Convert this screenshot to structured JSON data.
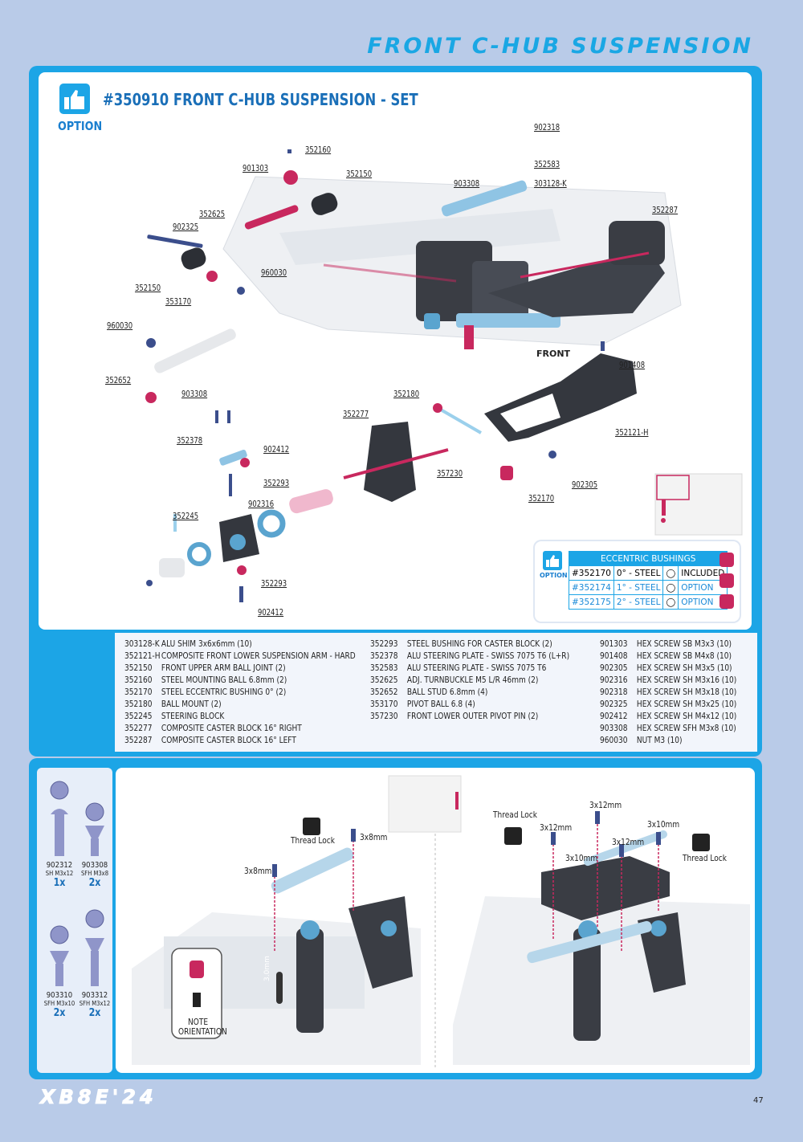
{
  "page": {
    "title": "FRONT C-HUB SUSPENSION",
    "brand": "XB8E'24",
    "page_number": "47"
  },
  "set": {
    "title": "#350910 FRONT C-HUB SUSPENSION - SET",
    "option_label": "OPTION"
  },
  "callouts": [
    {
      "id": "c902318",
      "text": "902318"
    },
    {
      "id": "c352160",
      "text": "352160"
    },
    {
      "id": "c901303",
      "text": "901303"
    },
    {
      "id": "c352150a",
      "text": "352150"
    },
    {
      "id": "c352583",
      "text": "352583"
    },
    {
      "id": "c903308a",
      "text": "903308"
    },
    {
      "id": "c303128k",
      "text": "303128-K"
    },
    {
      "id": "c352287",
      "text": "352287"
    },
    {
      "id": "c352625",
      "text": "352625"
    },
    {
      "id": "c902325",
      "text": "902325"
    },
    {
      "id": "c960030a",
      "text": "960030"
    },
    {
      "id": "c352150b",
      "text": "352150"
    },
    {
      "id": "c353170",
      "text": "353170"
    },
    {
      "id": "c960030b",
      "text": "960030"
    },
    {
      "id": "c901408",
      "text": "901408"
    },
    {
      "id": "c352652",
      "text": "352652"
    },
    {
      "id": "c903308b",
      "text": "903308"
    },
    {
      "id": "c352180",
      "text": "352180"
    },
    {
      "id": "c352277",
      "text": "352277"
    },
    {
      "id": "c352121h",
      "text": "352121-H"
    },
    {
      "id": "c352378",
      "text": "352378"
    },
    {
      "id": "c902412a",
      "text": "902412"
    },
    {
      "id": "c357230",
      "text": "357230"
    },
    {
      "id": "c902305",
      "text": "902305"
    },
    {
      "id": "c352293a",
      "text": "352293"
    },
    {
      "id": "c902316",
      "text": "902316"
    },
    {
      "id": "c352170",
      "text": "352170"
    },
    {
      "id": "c352245",
      "text": "352245"
    },
    {
      "id": "c352293b",
      "text": "352293"
    },
    {
      "id": "c902412b",
      "text": "902412"
    }
  ],
  "front_label": "FRONT",
  "eccentric": {
    "title": "ECCENTRIC BUSHINGS",
    "option_label": "OPTION",
    "rows": [
      {
        "code": "#352170",
        "desc": "0° - STEEL",
        "status": "INCLUDED"
      },
      {
        "code": "#352174",
        "desc": "1° - STEEL",
        "status": "OPTION"
      },
      {
        "code": "#352175",
        "desc": "2° - STEEL",
        "status": "OPTION"
      }
    ]
  },
  "parts": {
    "col1": [
      {
        "code": "303128-K",
        "desc": "ALU SHIM 3x6x6mm (10)"
      },
      {
        "code": "352121-H",
        "desc": "COMPOSITE FRONT LOWER SUSPENSION ARM - HARD"
      },
      {
        "code": "352150",
        "desc": "FRONT UPPER ARM BALL JOINT (2)"
      },
      {
        "code": "352160",
        "desc": "STEEL MOUNTING BALL 6.8mm (2)"
      },
      {
        "code": "352170",
        "desc": "STEEL ECCENTRIC BUSHING 0° (2)"
      },
      {
        "code": "352180",
        "desc": "BALL MOUNT (2)"
      },
      {
        "code": "352245",
        "desc": "STEERING BLOCK"
      },
      {
        "code": "352277",
        "desc": "COMPOSITE CASTER BLOCK 16° RIGHT"
      },
      {
        "code": "352287",
        "desc": "COMPOSITE CASTER BLOCK 16° LEFT"
      }
    ],
    "col2": [
      {
        "code": "352293",
        "desc": "STEEL BUSHING FOR CASTER BLOCK (2)"
      },
      {
        "code": "352378",
        "desc": "ALU STEERING PLATE - SWISS 7075 T6 (L+R)"
      },
      {
        "code": "352583",
        "desc": "ALU STEERING PLATE - SWISS 7075 T6"
      },
      {
        "code": "352625",
        "desc": "ADJ. TURNBUCKLE M5 L/R 46mm (2)"
      },
      {
        "code": "352652",
        "desc": "BALL STUD 6.8mm (4)"
      },
      {
        "code": "353170",
        "desc": "PIVOT BALL 6.8 (4)"
      },
      {
        "code": "357230",
        "desc": "FRONT LOWER OUTER PIVOT PIN (2)"
      }
    ],
    "col3": [
      {
        "code": "901303",
        "desc": "HEX SCREW SB M3x3 (10)"
      },
      {
        "code": "901408",
        "desc": "HEX SCREW SB M4x8 (10)"
      },
      {
        "code": "902305",
        "desc": "HEX SCREW SH M3x5 (10)"
      },
      {
        "code": "902316",
        "desc": "HEX SCREW SH M3x16 (10)"
      },
      {
        "code": "902318",
        "desc": "HEX SCREW SH M3x18 (10)"
      },
      {
        "code": "902325",
        "desc": "HEX SCREW SH M3x25 (10)"
      },
      {
        "code": "902412",
        "desc": "HEX SCREW SH M4x12 (10)"
      },
      {
        "code": "903308",
        "desc": "HEX SCREW SFH M3x8 (10)"
      },
      {
        "code": "960030",
        "desc": "NUT M3 (10)"
      }
    ]
  },
  "screws": [
    {
      "code": "902312",
      "spec": "SH M3x12",
      "qty": "1x"
    },
    {
      "code": "903308",
      "spec": "SFH M3x8",
      "qty": "2x"
    },
    {
      "code": "903310",
      "spec": "SFH M3x10",
      "qty": "2x"
    },
    {
      "code": "903312",
      "spec": "SFH M3x12",
      "qty": "2x"
    }
  ],
  "steps": {
    "left": {
      "thread_lock": "Thread Lock",
      "size_a": "3x8mm",
      "size_b": "3x8mm",
      "measure": "3.0mm",
      "note": "NOTE",
      "orientation": "ORIENTATION"
    },
    "right": {
      "thread_lock_a": "Thread Lock",
      "thread_lock_b": "Thread Lock",
      "size_a": "3x12mm",
      "size_b": "3x12mm",
      "size_c": "3x12mm",
      "size_d": "3x10mm",
      "size_e": "3x10mm"
    }
  },
  "colors": {
    "accent_blue": "#1ca5e6",
    "title_blue": "#1aa7e4",
    "part_pink": "#c8285e",
    "part_dark": "#3a3d44",
    "part_alu": "#8fc4e4"
  }
}
